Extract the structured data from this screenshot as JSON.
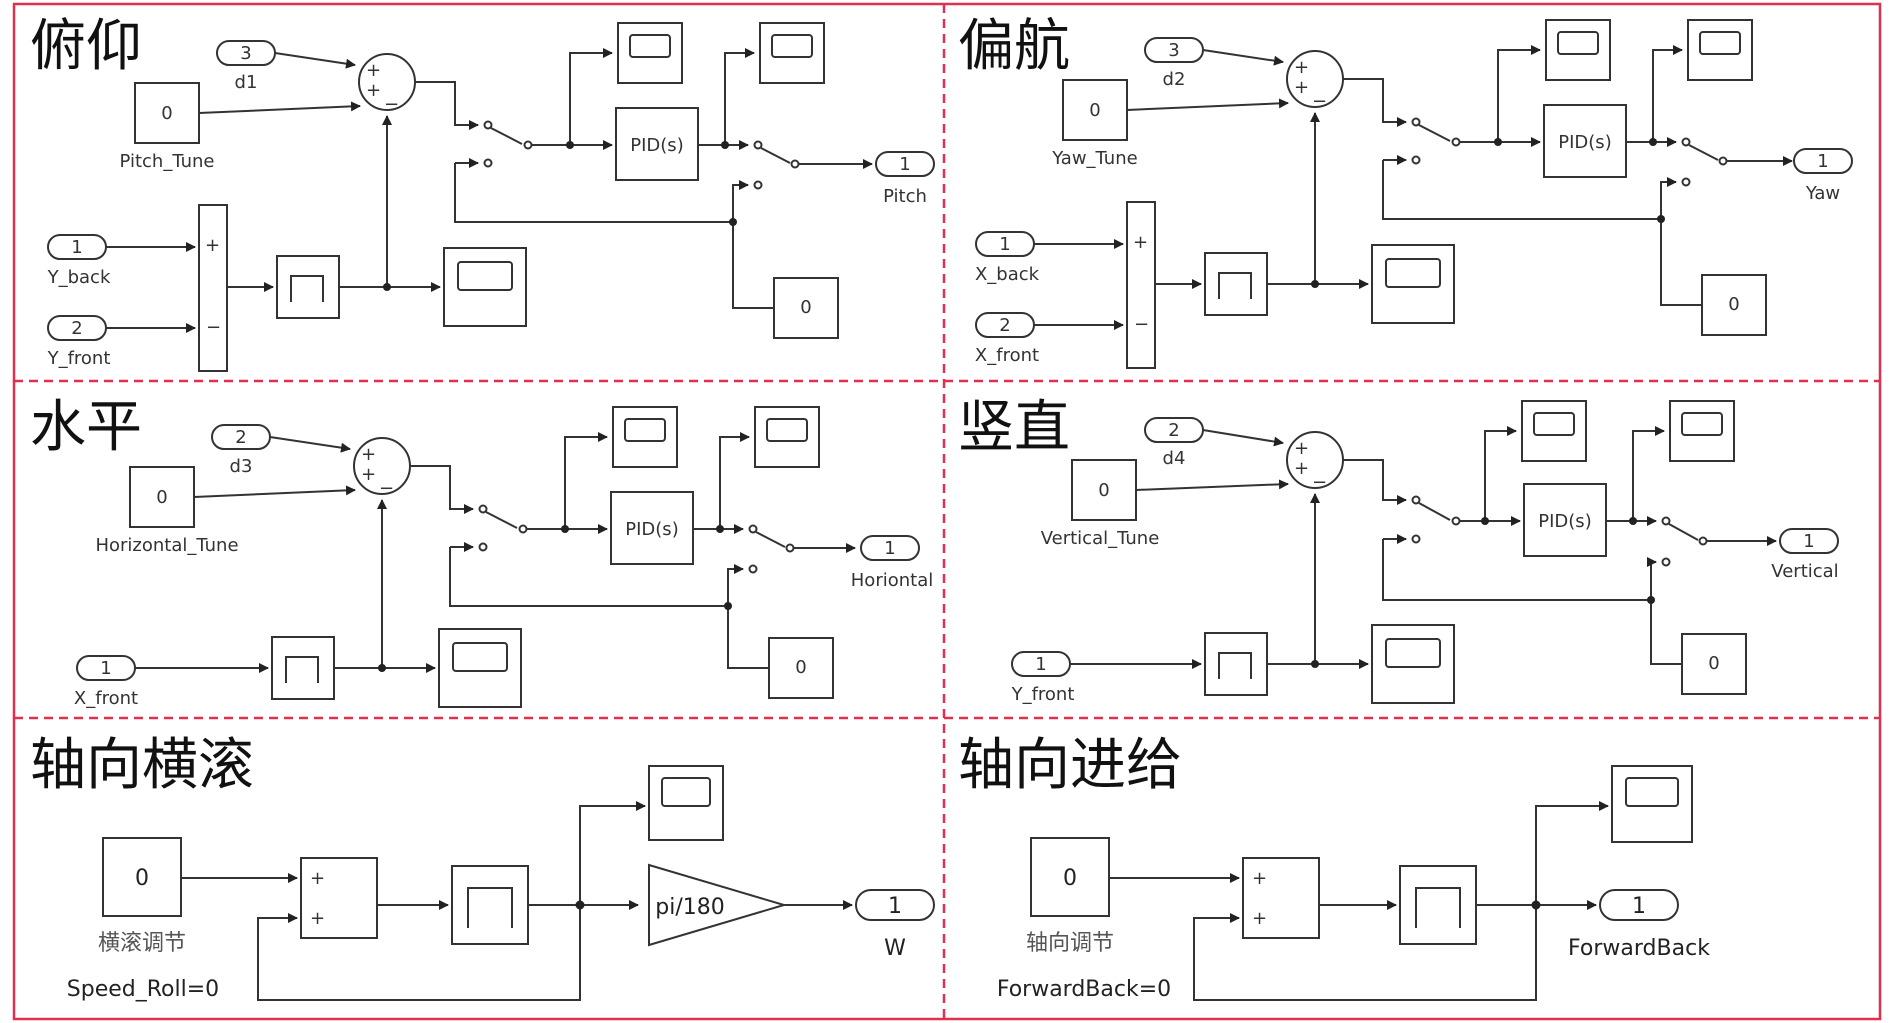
{
  "panels": [
    {
      "title": "俯仰",
      "dLabel": "d1",
      "dVal": "3",
      "tuneLabel": "Pitch_Tune",
      "tuneVal": "0",
      "in1Val": "1",
      "in1Label": "Y_back",
      "in2Val": "2",
      "in2Label": "Y_front",
      "pid": "PID(s)",
      "outVal": "1",
      "outLabel": "Pitch",
      "constVal": "0"
    },
    {
      "title": "偏航",
      "dLabel": "d2",
      "dVal": "3",
      "tuneLabel": "Yaw_Tune",
      "tuneVal": "0",
      "in1Val": "1",
      "in1Label": "X_back",
      "in2Val": "2",
      "in2Label": "X_front",
      "pid": "PID(s)",
      "outVal": "1",
      "outLabel": "Yaw",
      "constVal": "0"
    },
    {
      "title": "水平",
      "dLabel": "d3",
      "dVal": "2",
      "tuneLabel": "Horizontal_Tune",
      "tuneVal": "0",
      "in1Val": "1",
      "in1Label": "X_front",
      "pid": "PID(s)",
      "outVal": "1",
      "outLabel": "Horiontal",
      "constVal": "0"
    },
    {
      "title": "竖直",
      "dLabel": "d4",
      "dVal": "2",
      "tuneLabel": "Vertical_Tune",
      "tuneVal": "0",
      "in1Val": "1",
      "in1Label": "Y_front",
      "pid": "PID(s)",
      "outVal": "1",
      "outLabel": "Vertical",
      "constVal": "0"
    },
    {
      "title": "轴向横滚",
      "constVal": "0",
      "constLabel": "横滚调节",
      "paramText": "Speed_Roll=0",
      "gain": "pi/180",
      "outVal": "1",
      "outLabel": "W"
    },
    {
      "title": "轴向进给",
      "constVal": "0",
      "constLabel": "轴向调节",
      "paramText": "ForwardBack=0",
      "outVal": "1",
      "outLabel": "ForwardBack"
    }
  ],
  "colors": {
    "border": "#e0304e",
    "line": "#333333"
  }
}
